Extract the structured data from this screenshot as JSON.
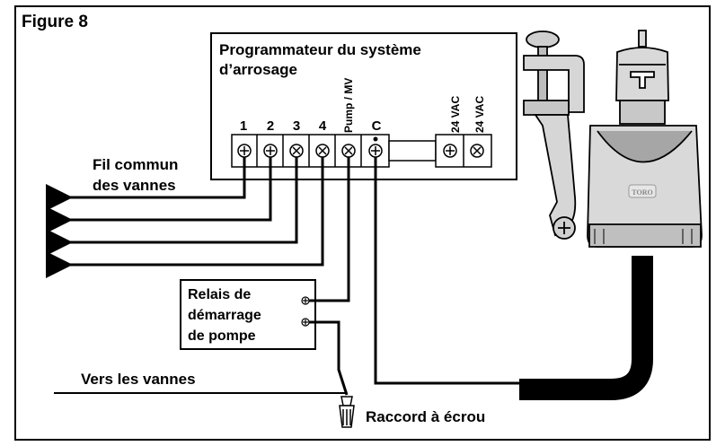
{
  "figure_label": "Figure 8",
  "controller": {
    "title_line1": "Programmateur du système",
    "title_line2": "d’arrosage",
    "terminals": [
      "1",
      "2",
      "3",
      "4",
      "Pump / MV",
      "C",
      "24 VAC",
      "24 VAC"
    ]
  },
  "labels": {
    "common_wire_line1": "Fil commun",
    "common_wire_line2": "des vannes",
    "relay_line1": "Relais de",
    "relay_line2": "démarrage",
    "relay_line3": "de pompe",
    "to_valves": "Vers les vannes",
    "wire_nut": "Raccord à écrou"
  },
  "sensor": {
    "brand": "TORO"
  },
  "colors": {
    "ink": "#000000",
    "sensor_body": "#d9d9d9",
    "sensor_shade": "#a6a6a6",
    "clamp": "#cfcfcf"
  }
}
